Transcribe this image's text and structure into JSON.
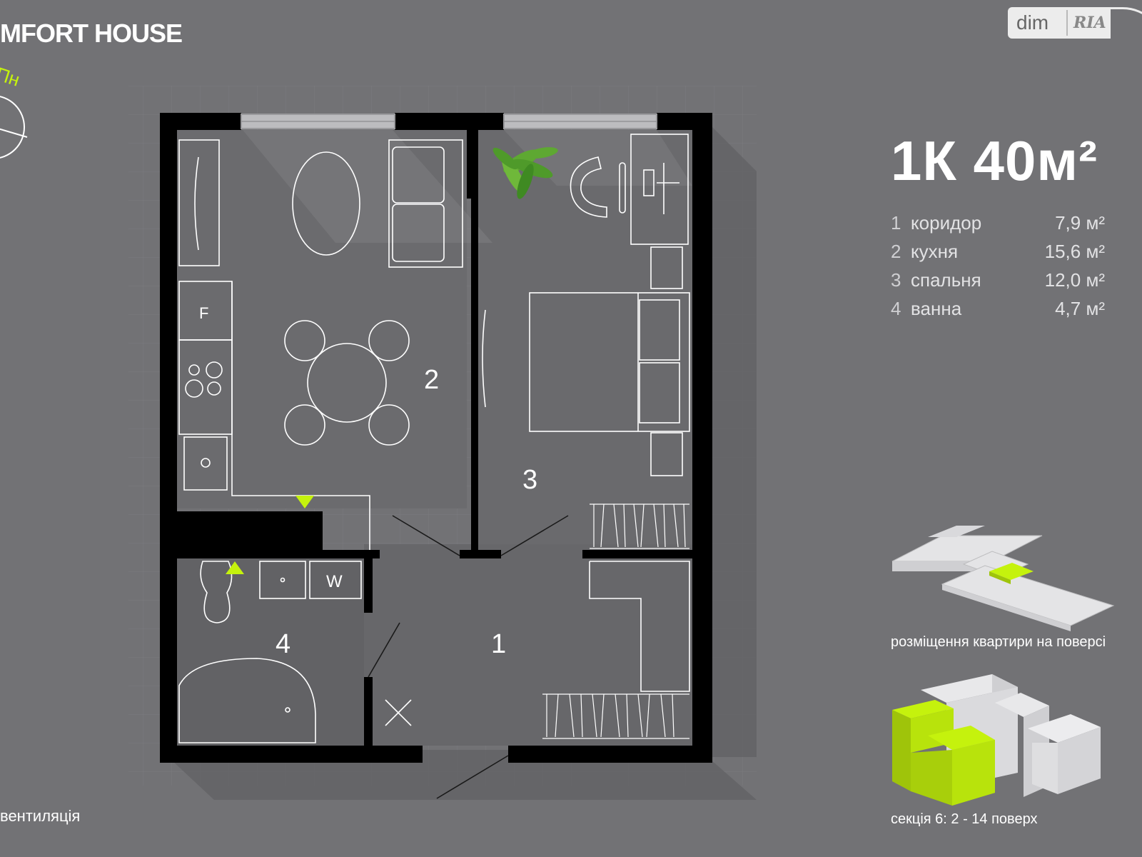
{
  "brand": {
    "title": "MFORT HOUSE"
  },
  "compass": {
    "label": "Пн"
  },
  "apartment": {
    "title": "1К 40м²"
  },
  "rooms": [
    {
      "num": "1",
      "name": "коридор",
      "area": "7,9 м²"
    },
    {
      "num": "2",
      "name": "кухня",
      "area": "15,6 м²"
    },
    {
      "num": "3",
      "name": "спальня",
      "area": "12,0 м²"
    },
    {
      "num": "4",
      "name": "ванна",
      "area": "4,7 м²"
    }
  ],
  "plan": {
    "room_labels": [
      "1",
      "2",
      "3",
      "4"
    ],
    "fridge_label": "F",
    "washer_label": "W"
  },
  "floor_caption": "розміщення квартири на поверсі",
  "section_caption": "секція 6: 2 - 14 поверх",
  "legend": {
    "ventilation": "вентиляція"
  },
  "watermark": {
    "text": "dim",
    "logo": "RIA"
  },
  "colors": {
    "background": "#727275",
    "accent": "#c5f20d",
    "walls": "#000000",
    "lines": "#ffffff"
  }
}
